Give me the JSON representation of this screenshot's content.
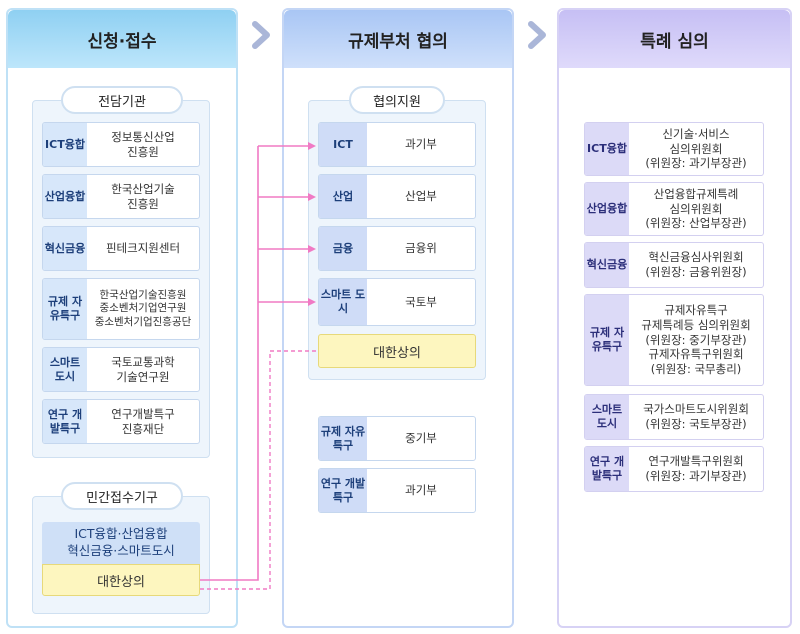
{
  "columns": {
    "intake": {
      "title": "신청·접수"
    },
    "consult": {
      "title": "규제부처 협의"
    },
    "review": {
      "title": "특례 심의"
    }
  },
  "intake": {
    "dedicated": {
      "title": "전담기관",
      "rows": [
        {
          "tag": "ICT융합",
          "value": "정보통신산업\n진흥원"
        },
        {
          "tag": "산업융합",
          "value": "한국산업기술\n진흥원"
        },
        {
          "tag": "혁신금융",
          "value": "핀테크지원센터"
        },
        {
          "tag": "규제\n자유특구",
          "value": "한국산업기술진흥원\n중소벤처기업연구원\n중소벤처기업진흥공단"
        },
        {
          "tag": "스마트\n도시",
          "value": "국토교통과학\n기술연구원"
        },
        {
          "tag": "연구\n개발특구",
          "value": "연구개발특구\n진흥재단"
        }
      ]
    },
    "private": {
      "title": "민간접수기구",
      "fields": "ICT융합·산업융합\n혁신금융·스마트도시",
      "agency": "대한상의"
    }
  },
  "consult": {
    "support": {
      "title": "협의지원",
      "rows": [
        {
          "tag": "ICT",
          "value": "과기부"
        },
        {
          "tag": "산업",
          "value": "산업부"
        },
        {
          "tag": "금융",
          "value": "금융위"
        },
        {
          "tag": "스마트\n도시",
          "value": "국토부"
        }
      ],
      "agency": "대한상의"
    },
    "extra_rows": [
      {
        "tag": "규제\n자유특구",
        "value": "중기부"
      },
      {
        "tag": "연구\n개발특구",
        "value": "과기부"
      }
    ]
  },
  "review": {
    "rows": [
      {
        "tag": "ICT융합",
        "value": "신기술·서비스\n심의위원회\n(위원장: 과기부장관)"
      },
      {
        "tag": "산업융합",
        "value": "산업융합규제특례\n심의위원회\n(위원장: 산업부장관)"
      },
      {
        "tag": "혁신금융",
        "value": "혁신금융심사위원회\n(위원장: 금융위원장)"
      },
      {
        "tag": "규제\n자유특구",
        "value": "규제자유특구\n규제특례등 심의위원회\n(위원장: 중기부장관)\n규제자유특구위원회\n(위원장: 국무총리)"
      },
      {
        "tag": "스마트\n도시",
        "value": "국가스마트도시위원회\n(위원장: 국토부장관)"
      },
      {
        "tag": "연구\n개발특구",
        "value": "연구개발특구위원회\n(위원장: 과기부장관)"
      }
    ]
  },
  "colors": {
    "connector": "#f07ac4",
    "chevron": "#aab6d8",
    "highlight": "#fdf6bf"
  }
}
